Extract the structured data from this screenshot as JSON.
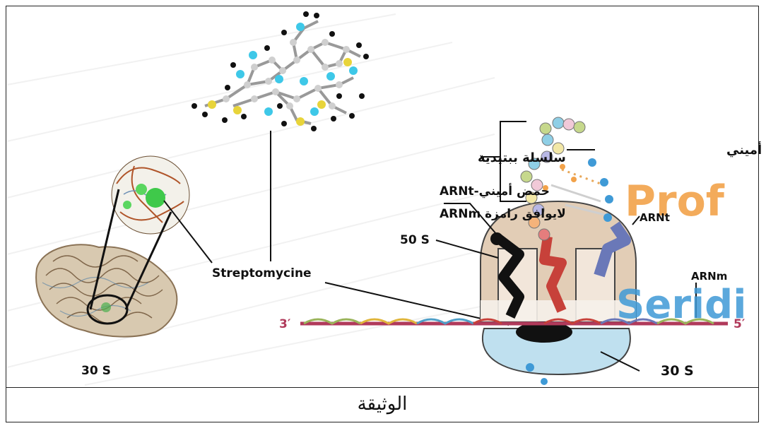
{
  "caption": "الوثيقة",
  "labels": {
    "streptomycine": "Streptomycine",
    "left_30s": "30 S",
    "right_30s": "30 S",
    "large_subunit": "50 S",
    "peptide_chain": "سلسلة ببتيدية",
    "amino_acid": "حمض أميني",
    "trna_amino": "حمض أميني-ARNt",
    "anticodon": "لايوافق رامزة ARNm",
    "arnt": "ARNt",
    "arnm": "ARNm",
    "end_3": "3′",
    "end_5": "5′"
  },
  "watermark": {
    "line1": "Prof",
    "line2": "Seridi"
  },
  "colors": {
    "ribosome_large": "#e2cdb6",
    "ribosome_small": "#bfe0ef",
    "mrna_line": "#b03a5b",
    "trna_black": "#111111",
    "trna_red": "#c7413a",
    "trna_blue": "#6a78b8",
    "watermark_orange": "#f2a24a",
    "watermark_blue": "#3f9ad6",
    "molecule_cyan": "#3ec8e8",
    "molecule_yellow": "#e8d43a"
  }
}
